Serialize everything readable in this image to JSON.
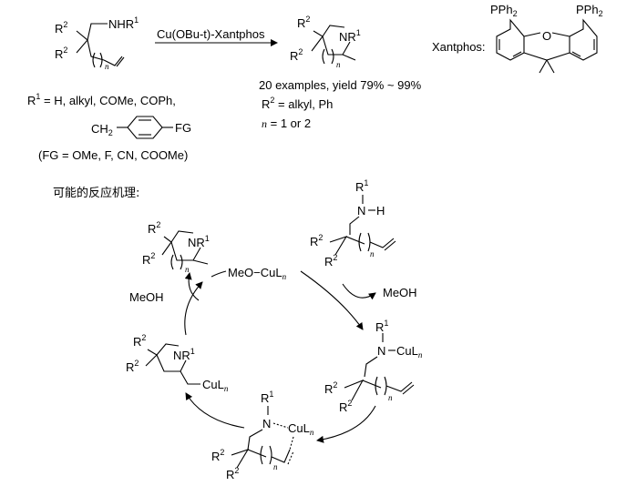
{
  "reaction": {
    "reagent_label": "Cu(OBu-t)-Xantphos",
    "catalyst_name_label": "Xantphos:",
    "pph2_left": "PPh",
    "pph2_right": "PPh",
    "pph2_sub": "2",
    "examples_line": "20 examples, yield 79% ~ 99%",
    "r2_scope_prefix": "R",
    "r2_scope_sup": "2",
    "r2_scope_suffix": " = alkyl, Ph",
    "n_scope_var": "n",
    "n_scope_suffix": " = 1 or 2",
    "r1_scope_prefix": "R",
    "r1_scope_sup": "1",
    "r1_scope_suffix": " = H, alkyl, COMe, COPh,",
    "benzyl_ch2": "CH",
    "benzyl_ch2_sub": "2",
    "benzyl_fg": "FG",
    "fg_scope": "(FG = OMe, F, CN, COOMe)"
  },
  "mechanism": {
    "title": "可能的反应机理:",
    "cu_complex": "MeO−CuL",
    "meoh_left": "MeOH",
    "meoh_right": "MeOH",
    "cul_label": "CuL",
    "atom_r": "R",
    "atom_n": "N",
    "atom_nr": "NR",
    "atom_nh": "NHR",
    "atom_h": "H",
    "atom_o": "O",
    "sup_1": "1",
    "sup_2": "2",
    "var_n": "n"
  }
}
